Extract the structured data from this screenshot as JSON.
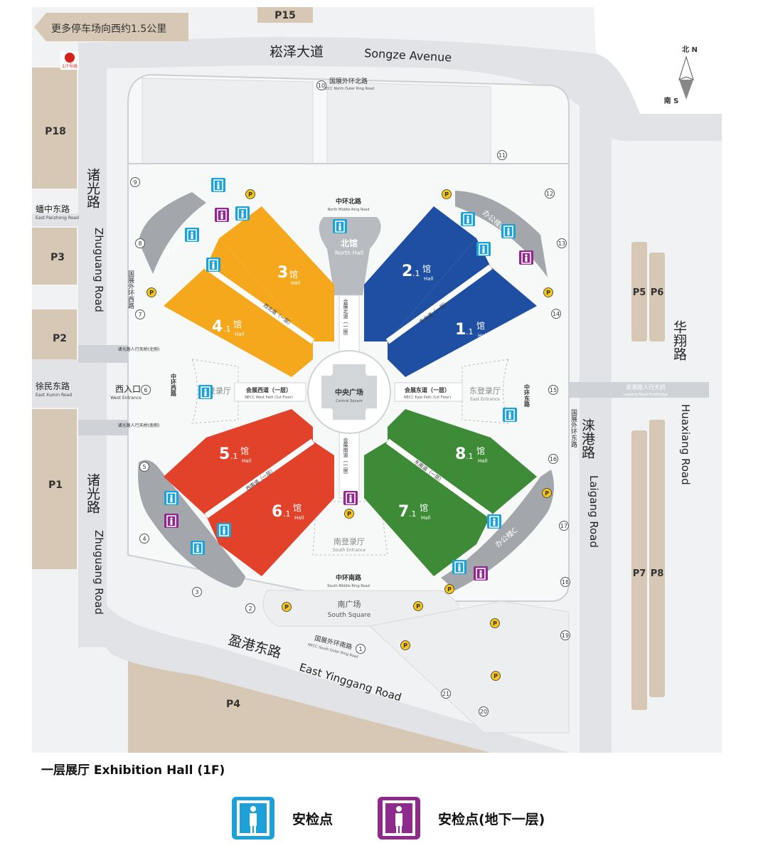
{
  "colors": {
    "hall_orange": "#f5a81c",
    "hall_blue": "#1f4fa3",
    "hall_red": "#e2412a",
    "hall_green": "#3d8b36",
    "parking_lot": "#d6c8b4",
    "road": "#e1e3e6",
    "ground": "#f1f2f3",
    "security_blue": "#1ea0d9",
    "security_purple": "#8e2a8c",
    "parking_icon": "#f5c518"
  },
  "top_banner": {
    "parking_note": "更多停车场向西约1.5公里"
  },
  "metro": {
    "label": "1/7号线",
    "icon": "metro-logo-icon"
  },
  "roads": {
    "songze_cn": "崧泽大道",
    "songze_en": "Songze Avenue",
    "zhuguang_cn": "诸光路",
    "zhuguang_en": "Zhuguang Road",
    "laigang_cn": "涞港路",
    "laigang_en": "Laigang Road",
    "huaxiang_cn": "华翔路",
    "huaxiang_en": "Huaxiang Road",
    "yinggang_cn": "盈港东路",
    "yinggang_en": "East Yinggang Road",
    "panzhong_cn": "蟠中东路",
    "panzhong_en": "East Panzhong Road",
    "xumin_cn": "徐民东路",
    "xumin_en": "East Xumin Road",
    "north_outer_cn": "国展外环北路",
    "north_outer_en": "NECC North Outer Ring Road",
    "south_outer_cn": "国展外环南路",
    "south_outer_en": "NECC South Outer Ring Road",
    "west_outer_cn": "国展外环西路",
    "east_outer_cn": "国展外环东路",
    "north_middle_cn": "中环北路",
    "north_middle_en": "North Middle Ring Road",
    "south_middle_cn": "中环南路",
    "south_middle_en": "South Middle Ring Road",
    "west_middle_cn": "中环西路",
    "east_middle_cn": "中环东路",
    "laigang_bridge_cn": "涞港路人行天桥",
    "laigang_bridge_en": "Laigang Road Footbridge",
    "zhuguang_bridge_n_cn": "诸光路人行天桥(北侧)",
    "zhuguang_bridge_s_cn": "诸光路人行天桥(南侧)"
  },
  "parking": [
    "P15",
    "P18",
    "P3",
    "P2",
    "P1",
    "P4",
    "P5",
    "P6",
    "P7",
    "P8"
  ],
  "compass": {
    "north": "北 N",
    "south": "南 S"
  },
  "halls": [
    {
      "num": "3",
      "sub": "",
      "cn": "馆",
      "en": "Hall"
    },
    {
      "num": "4",
      "sub": ".1",
      "cn": "馆",
      "en": "Hall"
    },
    {
      "num": "2",
      "sub": ".1",
      "cn": "馆",
      "en": "Hall"
    },
    {
      "num": "1",
      "sub": ".1",
      "cn": "馆",
      "en": "Hall"
    },
    {
      "num": "5",
      "sub": ".1",
      "cn": "馆",
      "en": "Hall"
    },
    {
      "num": "6",
      "sub": ".1",
      "cn": "馆",
      "en": "Hall"
    },
    {
      "num": "8",
      "sub": ".1",
      "cn": "馆",
      "en": "Hall"
    },
    {
      "num": "7",
      "sub": ".1",
      "cn": "馆",
      "en": "Hall"
    }
  ],
  "north_hall": {
    "cn": "北馆",
    "en": "North Hall"
  },
  "central_square": {
    "cn": "中央广场",
    "en": "Central Square"
  },
  "west_entrance": {
    "cn": "西入口",
    "en": "West Entrance"
  },
  "west_lobby": {
    "cn": "西登录厅"
  },
  "east_lobby": {
    "cn": "东登录厅",
    "en": "East Entrance"
  },
  "south_lobby": {
    "cn": "南登录厅",
    "en": "South Entrance"
  },
  "south_square": {
    "cn": "南广场",
    "en": "South Square"
  },
  "west_path": {
    "cn": "会展西道（一层）",
    "en": "NECC West Path (1st Floor)"
  },
  "east_path": {
    "cn": "会展东道（一层）",
    "en": "NECC East Path (1st Floor)"
  },
  "north_path": {
    "cn": "会展北道（一层）"
  },
  "south_path": {
    "cn": "会展南道（一层）"
  },
  "nw_path": {
    "cn": "西北道（一层）"
  },
  "ne_path": {
    "cn": "东北道（一层）"
  },
  "sw_path": {
    "cn": "西南道（一层）"
  },
  "se_path": {
    "cn": "东南道（一层）"
  },
  "office_buildings": [
    "办公楼A",
    "办公楼B",
    "办公楼C"
  ],
  "gates": [
    "1",
    "2",
    "3",
    "4",
    "5",
    "6",
    "7",
    "8",
    "9",
    "10",
    "11",
    "12",
    "13",
    "14",
    "15",
    "16",
    "17",
    "18",
    "19",
    "20",
    "21"
  ],
  "footer": {
    "title": "一层展厅  Exhibition Hall (1F)"
  },
  "legend": [
    {
      "label": "安检点",
      "icon": "security-checkpoint-icon"
    },
    {
      "label": "安检点(地下一层)",
      "icon": "security-checkpoint-basement-icon"
    }
  ]
}
